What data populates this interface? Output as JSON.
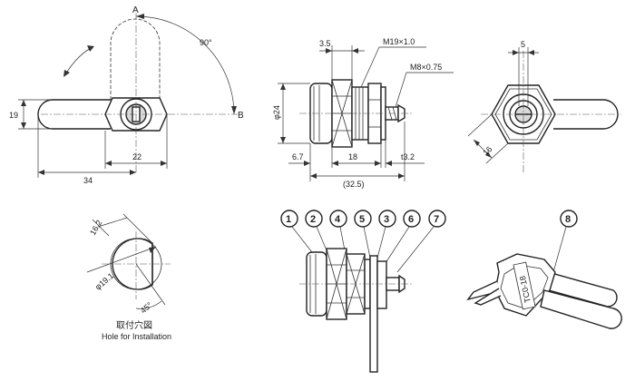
{
  "top_left_view": {
    "point_a": "A",
    "point_b": "B",
    "angle": "90°",
    "dim_height": "19",
    "dim_width_small": "22",
    "dim_width_total": "34"
  },
  "top_middle_view": {
    "thread_large": "M19×1.0",
    "thread_small": "M8×0.75",
    "dim_flange": "3.5",
    "dim_diameter": "φ24",
    "dim_head": "6.7",
    "dim_body": "18",
    "dim_plate": "t3.2",
    "dim_total": "(32.5)"
  },
  "top_right_view": {
    "dim_slot": "5",
    "dim_hex": "16"
  },
  "bottom_left_view": {
    "dim_flat": "16.2",
    "dim_hole": "φ19.1",
    "dim_angle": "45°",
    "caption_jp": "取付穴図",
    "caption_en": "Hole for Installation"
  },
  "assembly_view": {
    "callouts": [
      "1",
      "2",
      "4",
      "5",
      "3",
      "6",
      "7"
    ]
  },
  "key_view": {
    "callout": "8",
    "key_code": "TC0-18"
  }
}
